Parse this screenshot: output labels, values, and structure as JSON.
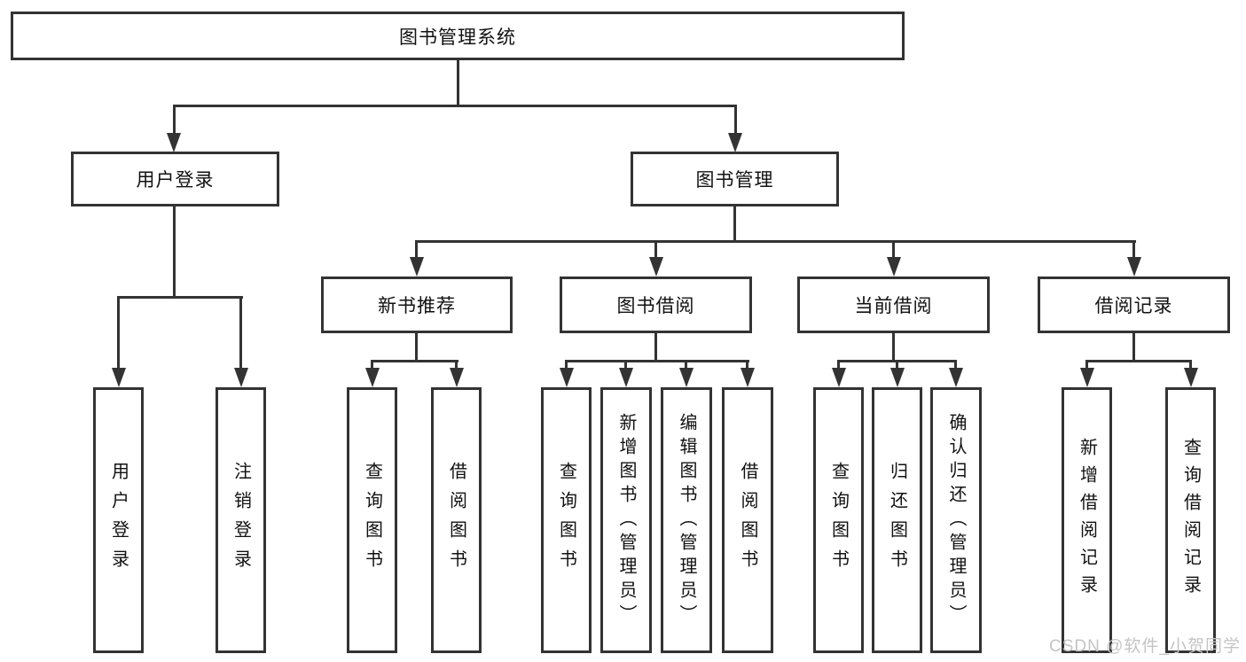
{
  "nodes": {
    "root": "图书管理系统",
    "level2": [
      "用户登录",
      "图书管理"
    ],
    "level3": [
      "新书推荐",
      "图书借阅",
      "当前借阅",
      "借阅记录"
    ]
  },
  "leaves": {
    "user_login": [
      "用户登录",
      "注销登录"
    ],
    "new_book_recommend": [
      "查询图书",
      "借阅图书"
    ],
    "book_borrow": [
      "查询图书",
      "新增图书（管理员）",
      "编辑图书（管理员）",
      "借阅图书"
    ],
    "current_borrow": [
      "查询图书",
      "归还图书",
      "确认归还（管理员）"
    ],
    "borrow_records": [
      "新增借阅记录",
      "查询借阅记录"
    ]
  },
  "watermark": "CSDN @软件_小贺同学",
  "colors": {
    "line": "#333333",
    "text": "#111111",
    "watermark": "#c4c4c4",
    "background": "#ffffff"
  }
}
